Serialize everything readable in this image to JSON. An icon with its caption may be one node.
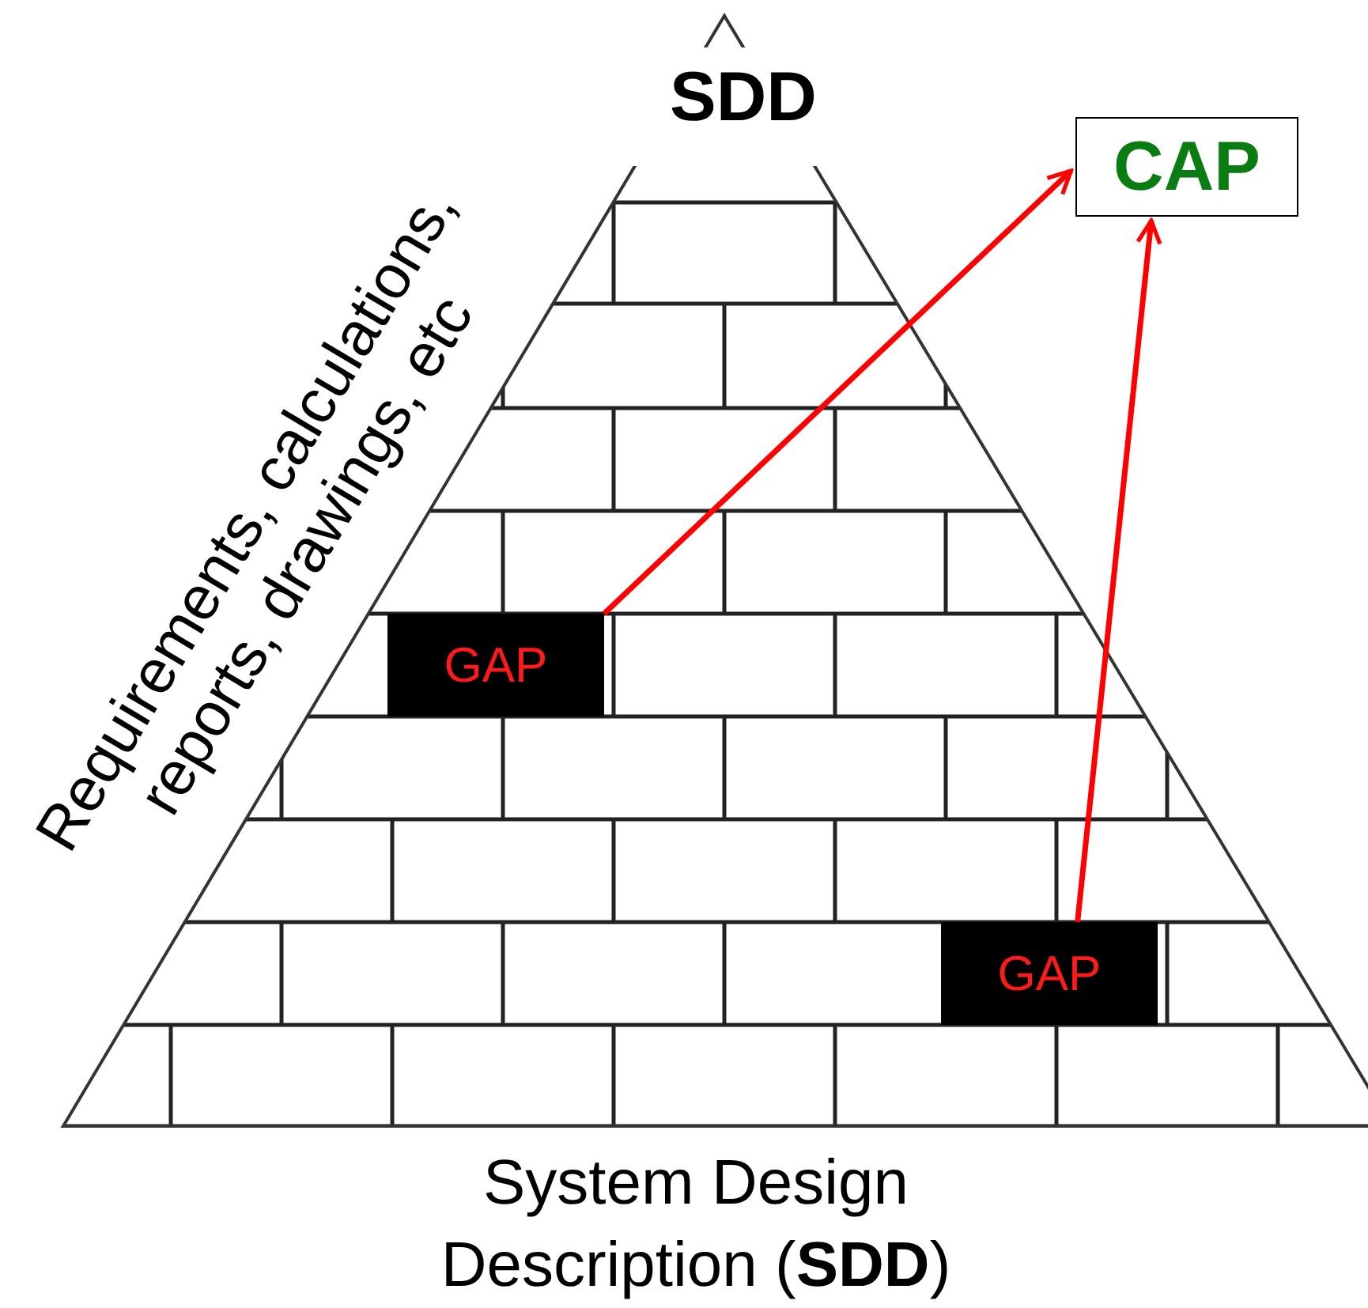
{
  "diagram": {
    "nodes": [
      {
        "text": [
          "CAP"
        ]
      },
      {
        "text": [
          "GAP"
        ]
      },
      {
        "text": [
          "GAP"
        ]
      }
    ],
    "edges": [
      {
        "from": 1,
        "to": 0,
        "arrow": "to"
      },
      {
        "from": 2,
        "to": 0,
        "arrow": "to"
      }
    ],
    "labels": [
      "SDD",
      "Requirements, calculations, reports, drawings, etc",
      "System Design Description (**SDD**)"
    ]
  }
}
